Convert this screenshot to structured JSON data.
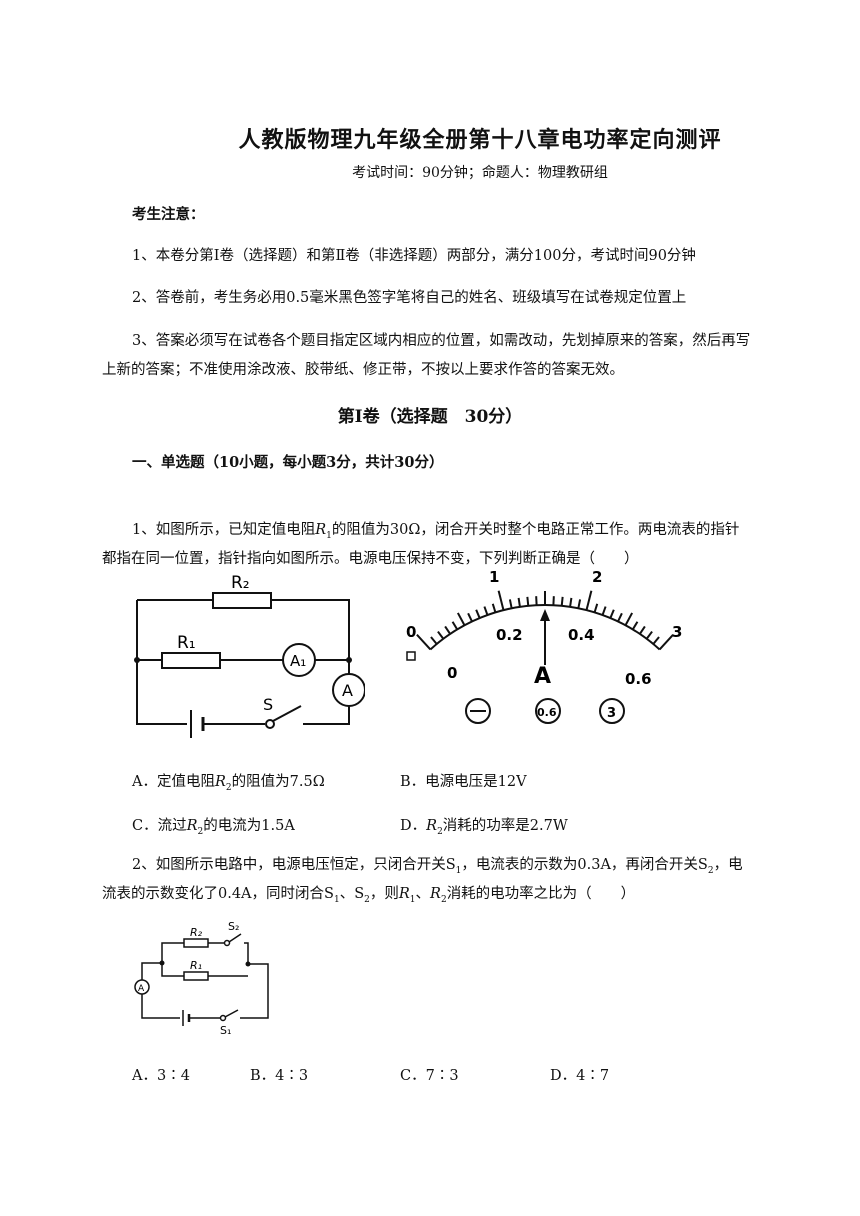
{
  "header": {
    "title": "人教版物理九年级全册第十八章电功率定向测评",
    "subtitle": "考试时间：90分钟；命题人：物理教研组"
  },
  "notice": {
    "heading": "考生注意：",
    "items": [
      "1、本卷分第Ⅰ卷（选择题）和第Ⅱ卷（非选择题）两部分，满分100分，考试时间90分钟",
      "2、答卷前，考生务必用0.5毫米黑色签字笔将自己的姓名、班级填写在试卷规定位置上",
      "3、答案必须写在试卷各个题目指定区域内相应的位置，如需改动，先划掉原来的答案，然后再写",
      "上新的答案；不准使用涂改液、胶带纸、修正带，不按以上要求作答的答案无效。"
    ]
  },
  "section": {
    "title": "第Ⅰ卷（选择题　30分）",
    "part_heading": "一、单选题（10小题，每小题3分，共计30分）"
  },
  "q1": {
    "line1_a": "1、如图所示，已知定值电阻",
    "line1_var": "R",
    "line1_sub": "1",
    "line1_b": "的阻值为30Ω，闭合开关时整个电路正常工作。两电流表的指针",
    "line2": "都指在同一位置，指针指向如图所示。电源电压保持不变，下列判断正确是（　　）",
    "circuit": {
      "r2": "R₂",
      "r1": "R₁",
      "a1": "A₁",
      "a": "A",
      "s": "S"
    },
    "meter": {
      "top_labels": [
        "0",
        "1",
        "2",
        "3"
      ],
      "bottom_labels": [
        "0",
        "0.2",
        "0.4",
        "0.6"
      ],
      "unit": "A",
      "terminals": [
        "⊖",
        "0.6",
        "3"
      ]
    },
    "options": {
      "A_pre": "A．定值电阻",
      "A_var": "R",
      "A_sub": "2",
      "A_post": "的阻值为7.5Ω",
      "B": "B．电源电压是12V",
      "C_pre": "C．流过",
      "C_var": "R",
      "C_sub": "2",
      "C_post": "的电流为1.5A",
      "D_pre": "D．",
      "D_var": "R",
      "D_sub": "2",
      "D_post": "消耗的功率是2.7W"
    }
  },
  "q2": {
    "line1_a": "2、如图所示电路中，电源电压恒定，只闭合开关S",
    "line1_sub1": "1",
    "line1_b": "，电流表的示数为0.3A，再闭合开关S",
    "line1_sub2": "2",
    "line1_c": "，电",
    "line2_a": "流表的示数变化了0.4A，同时闭合S",
    "line2_sub1": "1",
    "line2_b": "、S",
    "line2_sub2": "2",
    "line2_c": "，则",
    "line2_r1": "R",
    "line2_r1_sub": "1",
    "line2_d": "、",
    "line2_r2": "R",
    "line2_r2_sub": "2",
    "line2_e": "消耗的电功率之比为（　　）",
    "circuit": {
      "r2": "R₂",
      "s2": "S₂",
      "r1": "R₁",
      "a": "A",
      "s1": "S₁"
    },
    "options": {
      "A": "A．3∶4",
      "B": "B．4∶3",
      "C": "C．7∶3",
      "D": "D．4∶7"
    }
  }
}
